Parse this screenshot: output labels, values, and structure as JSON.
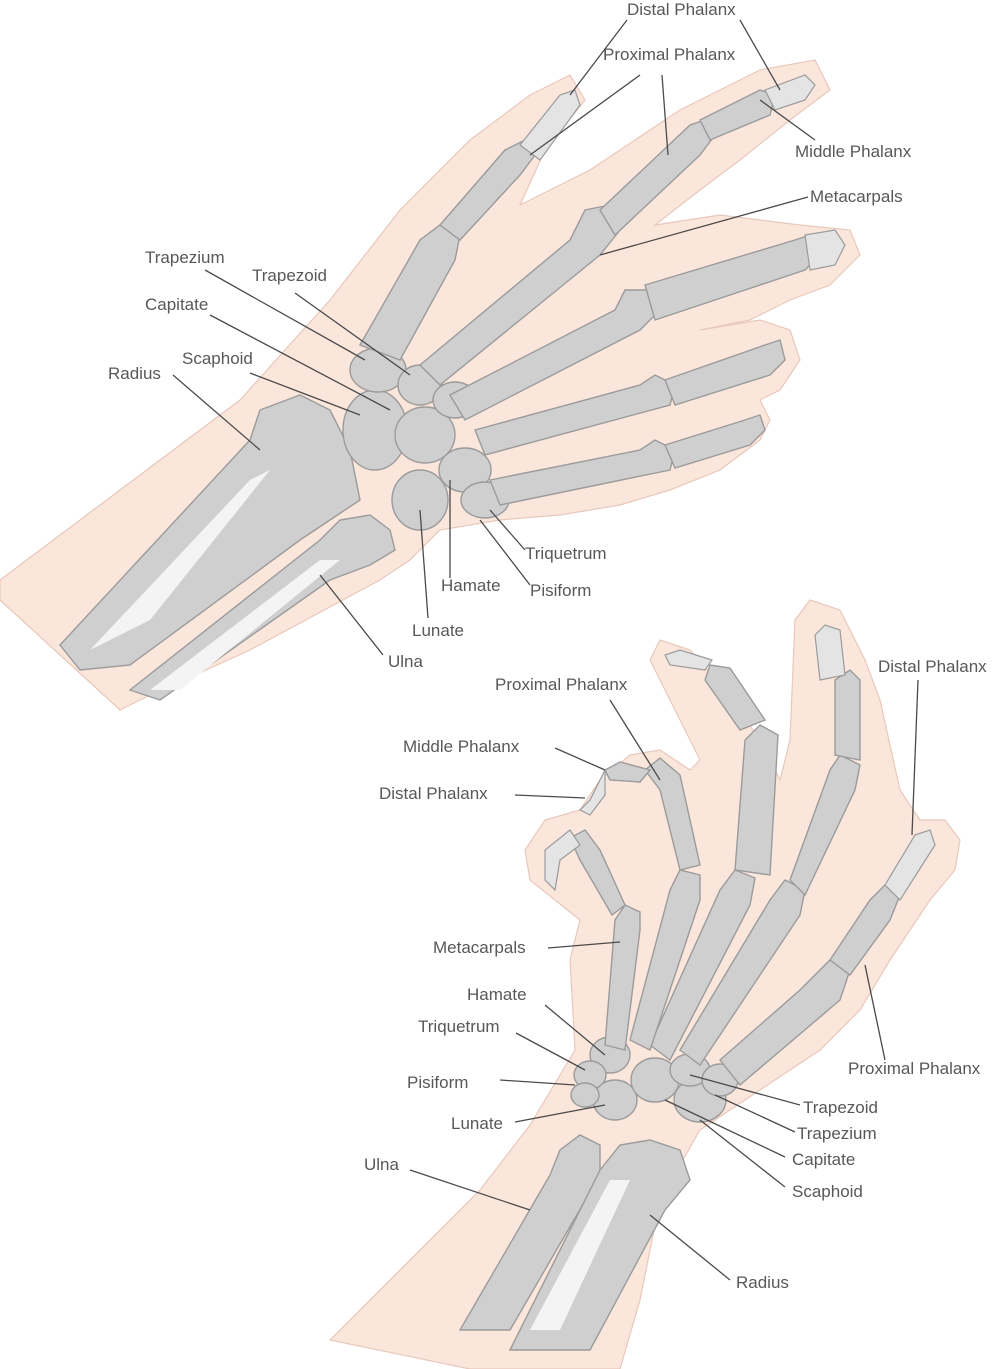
{
  "top_hand": {
    "labels": {
      "distal_phalanx": "Distal Phalanx",
      "proximal_phalanx": "Proximal Phalanx",
      "middle_phalanx": "Middle Phalanx",
      "metacarpals": "Metacarpals",
      "trapezium": "Trapezium",
      "trapezoid": "Trapezoid",
      "capitate": "Capitate",
      "scaphoid": "Scaphoid",
      "radius": "Radius",
      "triquetrum": "Triquetrum",
      "hamate": "Hamate",
      "pisiform": "Pisiform",
      "lunate": "Lunate",
      "ulna": "Ulna"
    }
  },
  "bottom_hand": {
    "labels": {
      "proximal_phalanx_top": "Proximal Phalanx",
      "distal_phalanx_right": "Distal Phalanx",
      "middle_phalanx": "Middle Phalanx",
      "distal_phalanx_left": "Distal Phalanx",
      "metacarpals": "Metacarpals",
      "hamate": "Hamate",
      "triquetrum": "Triquetrum",
      "pisiform": "Pisiform",
      "lunate": "Lunate",
      "ulna": "Ulna",
      "proximal_phalanx_right": "Proximal Phalanx",
      "trapezoid": "Trapezoid",
      "trapezium": "Trapezium",
      "capitate": "Capitate",
      "scaphoid": "Scaphoid",
      "radius": "Radius"
    }
  },
  "colors": {
    "skin": "#fbe6dc",
    "bone": "#cfcfcf",
    "label_text": "#58585a",
    "leader_line": "#4a4a4a"
  }
}
